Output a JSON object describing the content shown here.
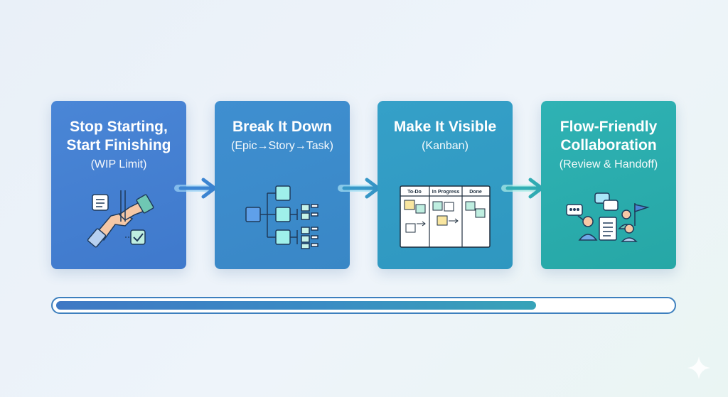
{
  "steps": [
    {
      "title": "Stop Starting,\nStart Finishing",
      "subtitle": "(WIP Limit)",
      "icon": "handshake-icon"
    },
    {
      "title": "Break It Down",
      "subtitle": "(Epic→Story→Task)",
      "icon": "hierarchy-tree-icon"
    },
    {
      "title": "Make It Visible",
      "subtitle": "(Kanban)",
      "icon": "kanban-board-icon",
      "board_columns": [
        "To-Do",
        "In Progress",
        "Done"
      ]
    },
    {
      "title": "Flow-Friendly\nCollaboration",
      "subtitle": "(Review & Handoff)",
      "icon": "team-collaboration-icon"
    }
  ],
  "progress": {
    "fraction": 0.78
  },
  "colors": {
    "card1": "#4a86d6",
    "card2": "#3f8fd0",
    "card3": "#35a0c8",
    "card4": "#2fb2b4",
    "track_border": "#3d7fbe"
  }
}
